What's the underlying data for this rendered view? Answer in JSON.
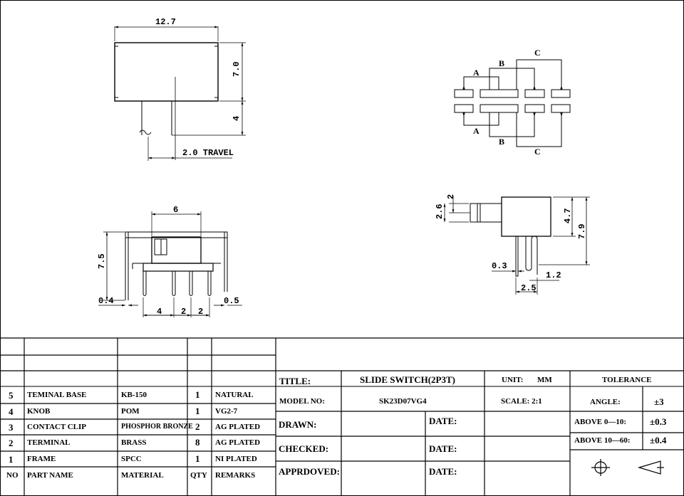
{
  "drawing": {
    "top_view": {
      "width": "12.7",
      "height": "7.0",
      "knob_height": "4",
      "travel": "2.0 TRAVEL"
    },
    "pin_diagram": {
      "labels": [
        "A",
        "B",
        "C"
      ]
    },
    "front_view": {
      "body_width": "6",
      "height": "7.5",
      "pin_width": "0.4",
      "pitch_1": "4",
      "pitch_2": "2",
      "pitch_3": "2",
      "side_tab": "0.5"
    },
    "side_view": {
      "knob": "2",
      "knob_offset": "2.6",
      "body": "4.7",
      "total": "7.9",
      "pin_thk": "0.3",
      "pin_w": "1.2",
      "pin_pitch": "2.5"
    }
  },
  "bom": {
    "rows": [
      {
        "no": "5",
        "name": "TEMINAL BASE",
        "material": "KB-150",
        "qty": "1",
        "remarks": "NATURAL"
      },
      {
        "no": "4",
        "name": "KNOB",
        "material": "POM",
        "qty": "1",
        "remarks": "VG2-7"
      },
      {
        "no": "3",
        "name": "CONTACT CLIP",
        "material": "PHOSPHOR BRONZE",
        "qty": "2",
        "remarks": "AG PLATED"
      },
      {
        "no": "2",
        "name": "TERMINAL",
        "material": "BRASS",
        "qty": "8",
        "remarks": "AG PLATED"
      },
      {
        "no": "1",
        "name": "FRAME",
        "material": "SPCC",
        "qty": "1",
        "remarks": "NI PLATED"
      }
    ],
    "header": {
      "no": "NO",
      "name": "PART NAME",
      "material": "MATERIAL",
      "qty": "QTY",
      "remarks": "REMARKS"
    }
  },
  "title_block": {
    "title_label": "TITLE:",
    "title_value": "SLIDE SWITCH(2P3T)",
    "unit_label": "UNIT:",
    "unit_value": "MM",
    "model_label": "MODEL  NO:",
    "model_value": "SK23D07VG4",
    "scale": "SCALE: 2:1",
    "drawn": "DRAWN:",
    "checked": "CHECKED:",
    "approved": "APPRDOVED:",
    "date": "DATE:",
    "tolerance": "TOLERANCE",
    "angle_label": "ANGLE:",
    "angle_value": "±3",
    "range1_label": "ABOVE 0—10:",
    "range1_value": "±0.3",
    "range2_label": "ABOVE 10—60:",
    "range2_value": "±0.4"
  }
}
